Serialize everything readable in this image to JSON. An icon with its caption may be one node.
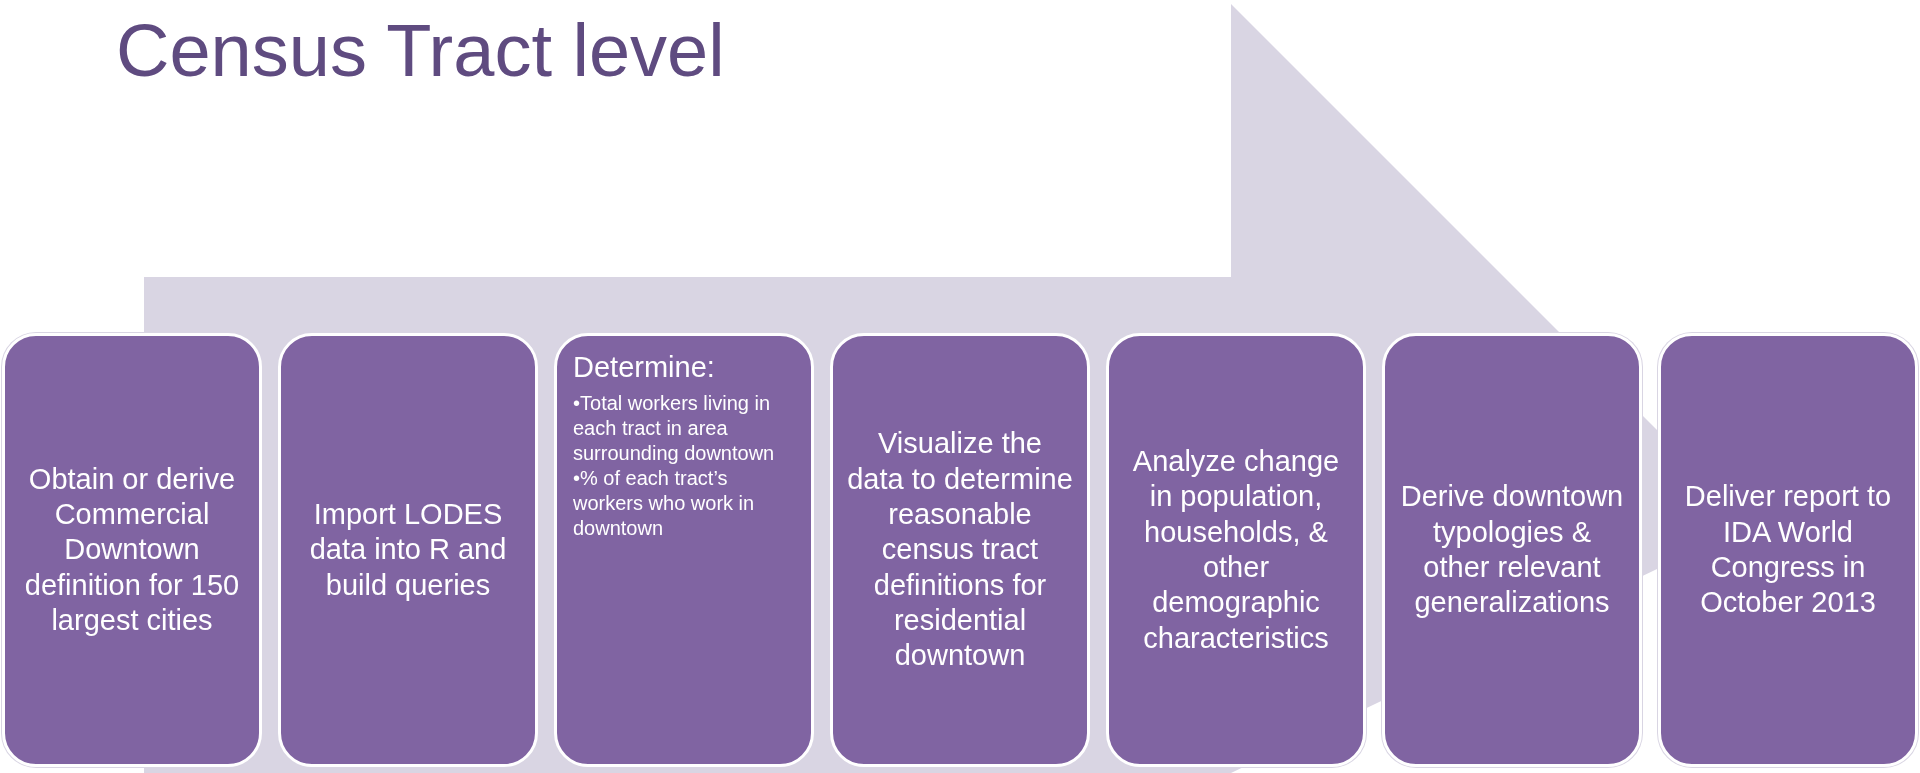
{
  "diagram": {
    "title": "Census Tract level",
    "nodes": [
      {
        "text": [
          "Obtain or derive Commercial Downtown definition for 150 largest cities"
        ]
      },
      {
        "text": [
          "Import LODES data into R and build queries"
        ]
      },
      {
        "text": [
          "Determine:",
          "•Total workers living in each tract in area surrounding downtown",
          "•% of each tract’s workers who work in downtown"
        ]
      },
      {
        "text": [
          "Visualize the data to determine reasonable census tract definitions for residential downtown"
        ]
      },
      {
        "text": [
          "Analyze change in population, households, & other demographic characteristics"
        ]
      },
      {
        "text": [
          "Derive downtown typologies & other relevant generalizations"
        ]
      },
      {
        "text": [
          "Deliver report to IDA World Congress in October 2013"
        ]
      }
    ]
  }
}
